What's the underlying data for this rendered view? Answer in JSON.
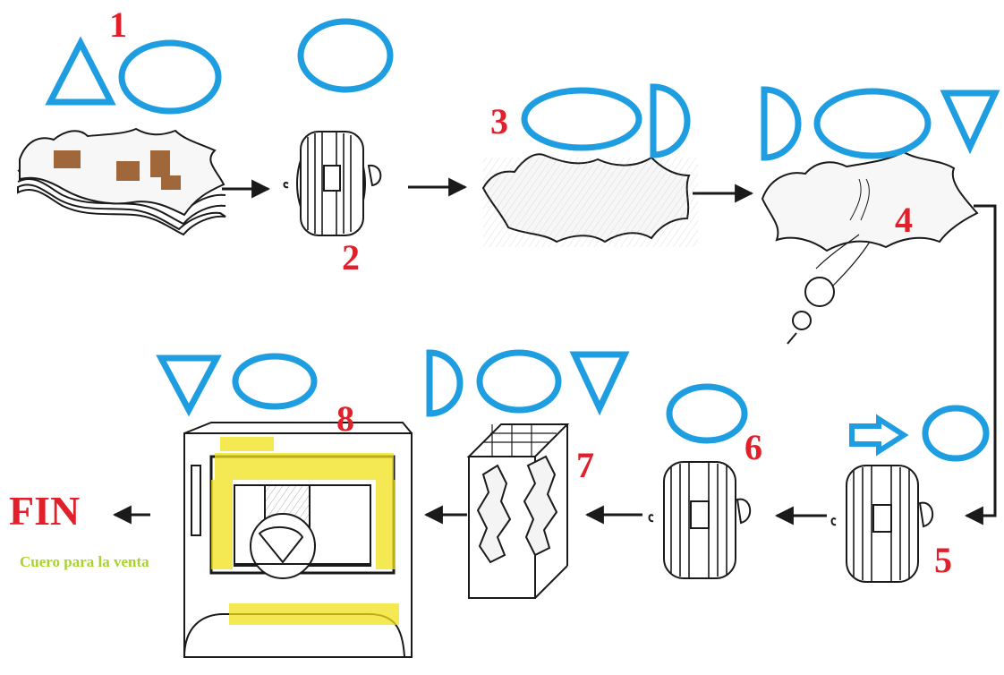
{
  "steps": [
    "1",
    "2",
    "3",
    "4",
    "5",
    "6",
    "7",
    "8"
  ],
  "end_label": "FIN",
  "end_caption": "Cuero para la venta",
  "symbol_names": [
    "triangle-up-symbol",
    "oval-symbol",
    "half-circle-symbol",
    "triangle-down-symbol",
    "arrow-symbol"
  ],
  "colors": {
    "step_number": "#e0202a",
    "symbol": "#1e9ee0",
    "caption": "#a8d22c",
    "stain": "#a0683a",
    "highlight": "#f2e21a",
    "ink": "#1a1a1a"
  }
}
